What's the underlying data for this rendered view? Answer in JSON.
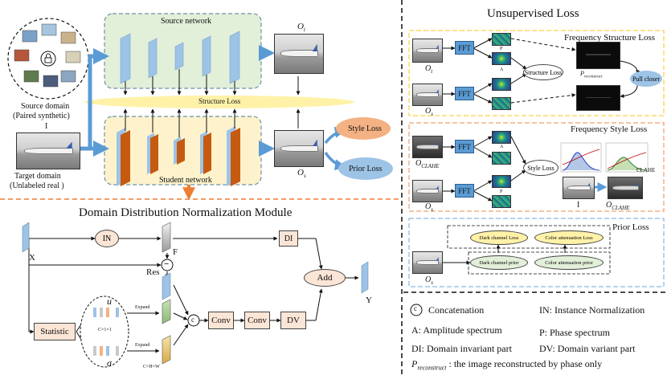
{
  "top_left": {
    "source_network": "Source network",
    "student_network": "Student network",
    "structure_loss": "Structure Loss",
    "style_loss": "Style Loss",
    "prior_loss": "Prior Loss",
    "source_domain_line1": "Source domain",
    "source_domain_line2": "(Paired synthetic)",
    "input_I": "I",
    "target_domain_line1": "Target domain",
    "target_domain_line2": "(Unlabeled real )",
    "o_t": "O",
    "o_t_sub": "t",
    "o_s": "O",
    "o_s_sub": "s"
  },
  "ddn": {
    "title": "Domain Distribution Normalization Module",
    "X": "X",
    "IN": "IN",
    "F": "F",
    "DI": "DI",
    "Res": "Res",
    "Add": "Add",
    "Y": "Y",
    "Statistic": "Statistic",
    "u": "u",
    "sigma": "σ",
    "cx11": "C×1×1",
    "cxhxw": "C×H×W",
    "expand1": "Expand",
    "expand2": "Expand",
    "concat": "c",
    "conv1": "Conv",
    "conv2": "Conv",
    "DV": "DV",
    "minus": "−"
  },
  "unsupervised": {
    "title": "Unsupervised Loss",
    "fsl_title": "Frequency Structure Loss",
    "fft": "FFT",
    "P": "P",
    "A": "A",
    "structure_loss": "Structure Loss",
    "p_reconstruct": "P",
    "p_reconstruct_sub": "reconstruct",
    "pull_closer": "Pull closer",
    "o_t": "O",
    "o_t_sub": "t",
    "o_s": "O",
    "o_s_sub": "s",
    "fstyle_title": "Frequency Style Loss",
    "o_clahe": "O",
    "o_clahe_sub": "CLAHE",
    "style_loss": "Style Loss",
    "clahe": "CLAHE",
    "I": "I",
    "prior_title": "Prior Loss",
    "dark_channel_loss": "Dark channel Loss",
    "color_attenuation_loss": "Color attenuation Loss",
    "dark_channel_prior": "Dark channel prior",
    "color_attenuation_prior": "Color attenuation prior"
  },
  "legend": {
    "concat_symbol": "c",
    "concatenation": "Concatenation",
    "in_desc": "IN:  Instance Normalization",
    "a_desc": "A: Amplitude spectrum",
    "p_desc": "P:  Phase spectrum",
    "di_desc": "DI: Domain invariant part",
    "dv_desc": "DV: Domain variant part",
    "p_recon": "P",
    "p_recon_sub": "reconstruct",
    "p_recon_desc": " : the image reconstructed by phase only"
  },
  "colors": {
    "blue_arrow": "#5b9bd5",
    "orange_dash": "#ed7d31",
    "source_bg": "#e2efd9",
    "student_bg": "#fdf2cc",
    "structure_loss_fill": "#fff2a8",
    "style_loss_fill": "#f4b183",
    "prior_loss_fill": "#9dc3e6",
    "block_blue": "#9dc3e6",
    "block_orange": "#c55a11",
    "box_peach": "#fbe5d6",
    "fft_box": "#5b9bd5",
    "prior_ellipse": "#e2efd9",
    "fsl_border": "#ffd966",
    "fstyle_border": "#f4b183",
    "prior_border": "#9dc3e6"
  }
}
